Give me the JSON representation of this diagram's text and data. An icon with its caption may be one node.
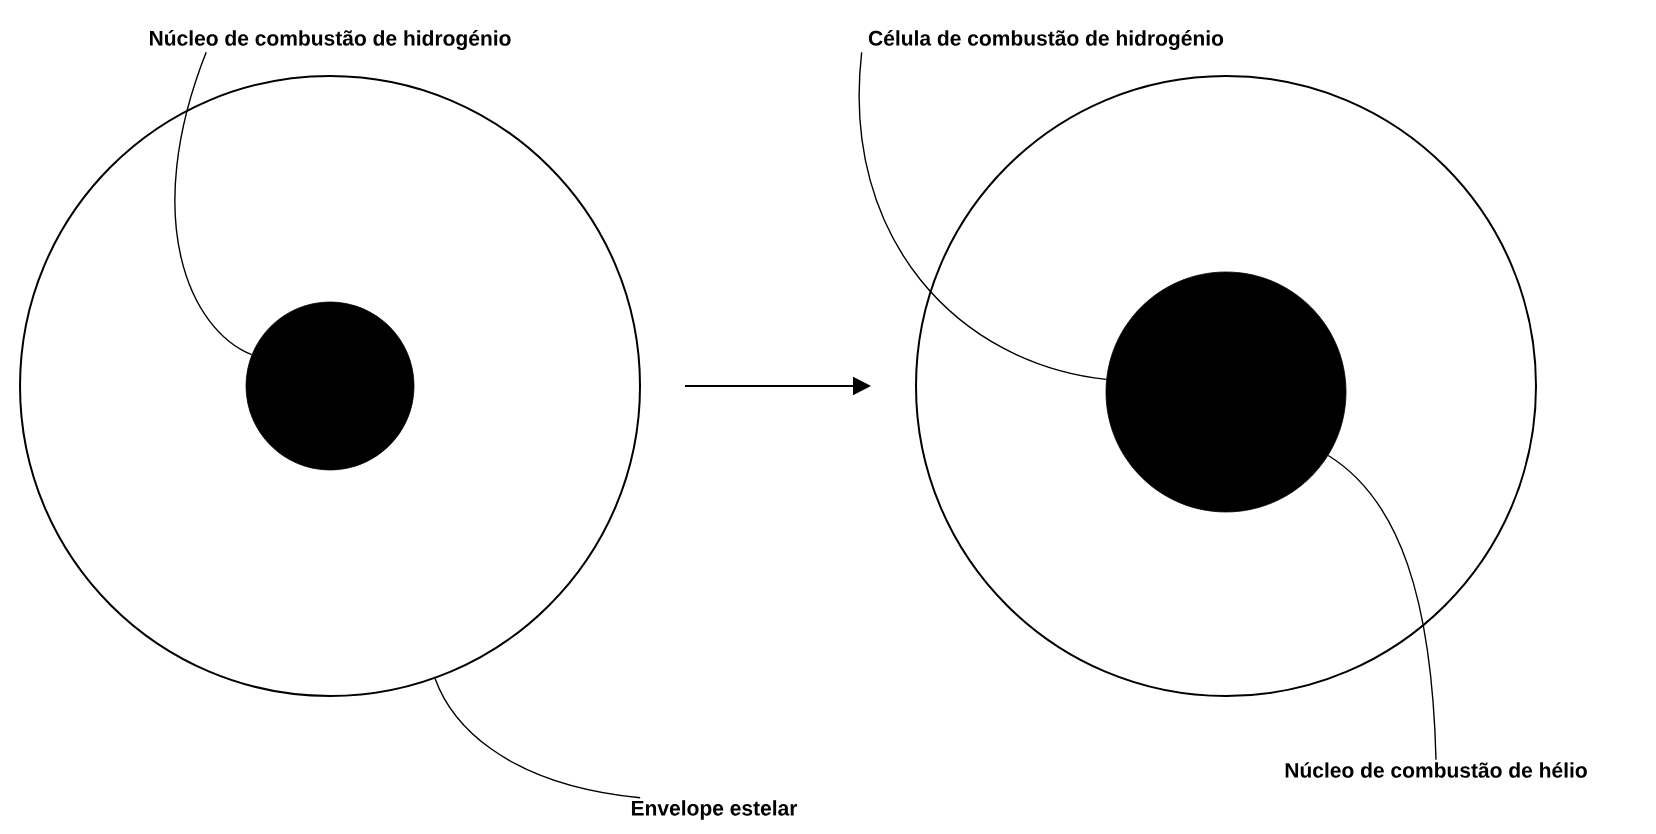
{
  "diagram": {
    "nodes": [
      {
        "text": [
          "Núcleo de combustão de hidrogénio"
        ]
      },
      {
        "text": [
          "Célula de combustão de hidrogénio"
        ]
      },
      {
        "text": [],
        "shape": "circle"
      },
      {
        "text": [],
        "shape": "circle",
        "in": 2
      },
      {
        "text": [],
        "shape": "circle"
      },
      {
        "text": [],
        "shape": "circle",
        "in": 4
      },
      {
        "text": [
          "Núcleo de combustão de hélio"
        ]
      },
      {
        "text": [
          "Envelope estelar"
        ]
      }
    ],
    "edges": [
      {
        "from": 0,
        "to": 3,
        "arrow": "none"
      },
      {
        "from": 1,
        "to": 5,
        "arrow": "none"
      },
      {
        "from": 6,
        "to": 5,
        "arrow": "none"
      },
      {
        "from": 7,
        "to": 2,
        "arrow": "none"
      },
      {
        "from": 2,
        "to": 4,
        "arrow": "to"
      }
    ]
  }
}
